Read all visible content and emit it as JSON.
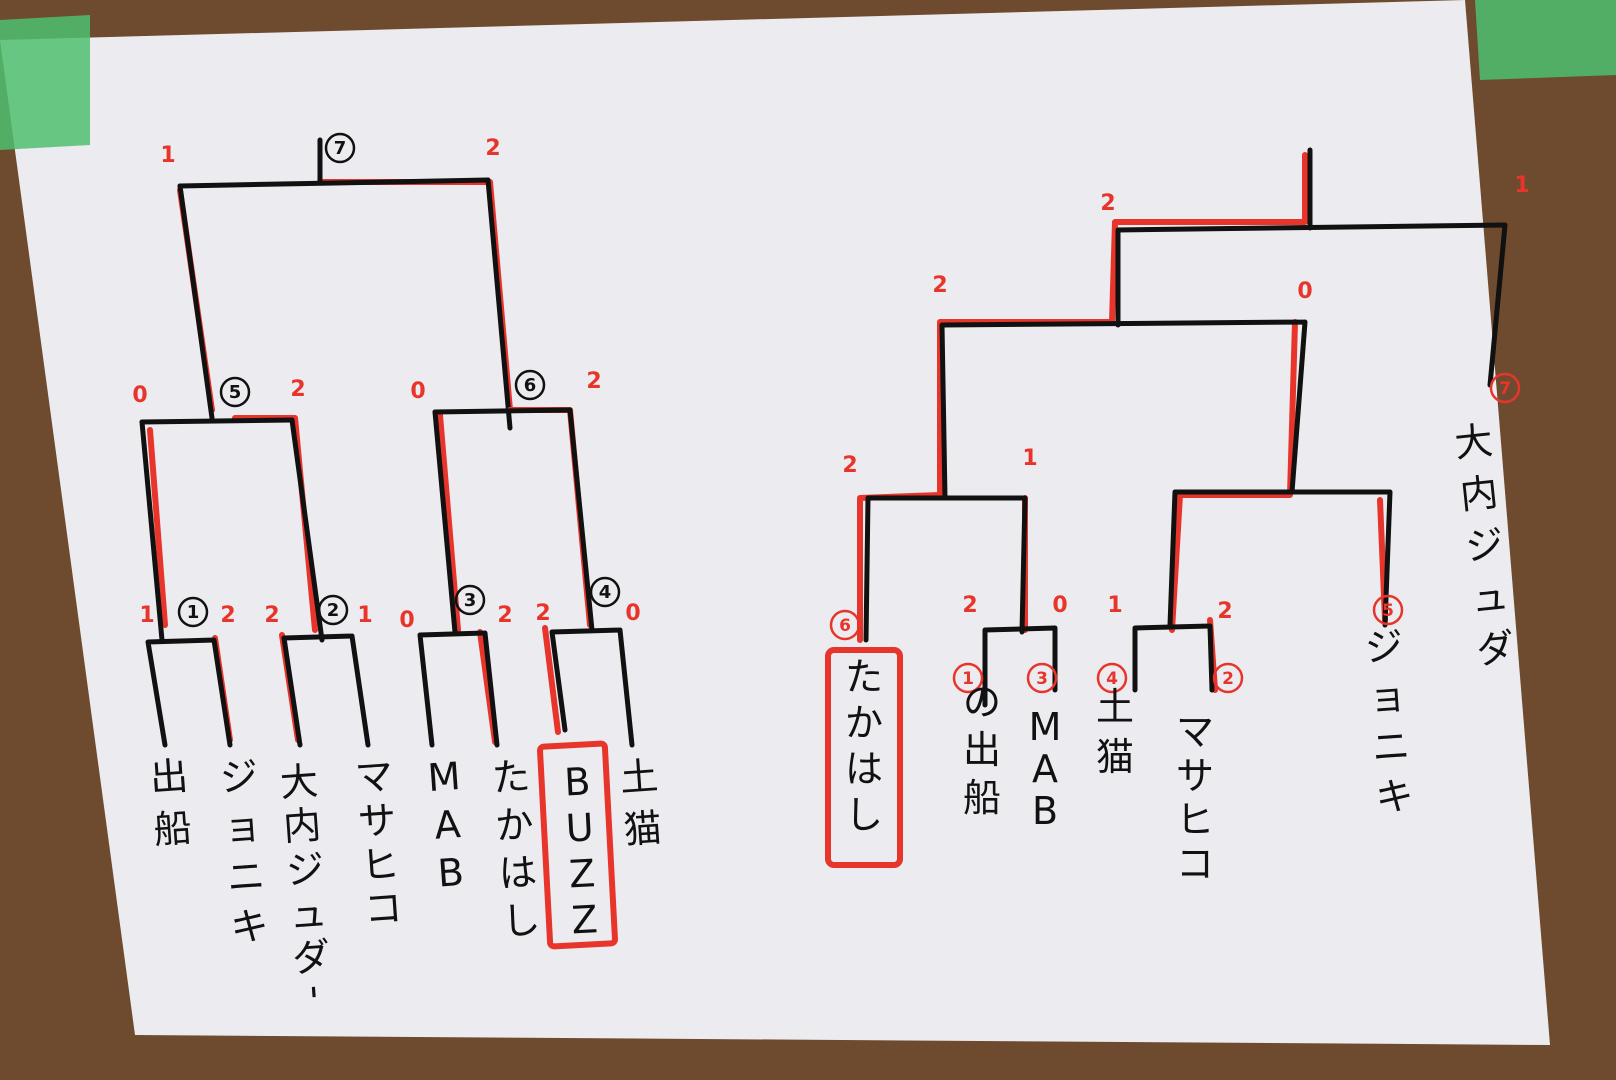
{
  "left_bracket": {
    "teams": [
      "出船",
      "ジョニキ",
      "大内ジュダ'",
      "マサヒコ",
      "MAB",
      "たかはし",
      "BUZZ",
      "土猫"
    ],
    "first_round_scores": [
      "1",
      "2",
      "2",
      "1",
      "0",
      "2",
      "2",
      "0"
    ],
    "first_round_match_numbers": [
      "1",
      "2",
      "3",
      "4"
    ],
    "semifinal_scores": [
      "0",
      "2",
      "0",
      "2"
    ],
    "semifinal_match_numbers": [
      "5",
      "6"
    ],
    "final_scores": [
      "1",
      "2"
    ],
    "final_match_number": "7",
    "winner": "BUZZ"
  },
  "right_bracket": {
    "teams": [
      "たかはし",
      "の出船",
      "MAB",
      "土猫",
      "マサヒコ",
      "ジョニキ",
      "大内ジュダ"
    ],
    "seed_numbers": [
      "6",
      "1",
      "3",
      "4",
      "2",
      "5",
      "7"
    ],
    "first_round_scores": [
      "2",
      "0",
      "1",
      "2"
    ],
    "quarterfinal_scores": [
      "2",
      "1"
    ],
    "semifinal_scores": [
      "2",
      "0"
    ],
    "final_scores": [
      "2",
      "1"
    ],
    "winner": "たかはし"
  }
}
